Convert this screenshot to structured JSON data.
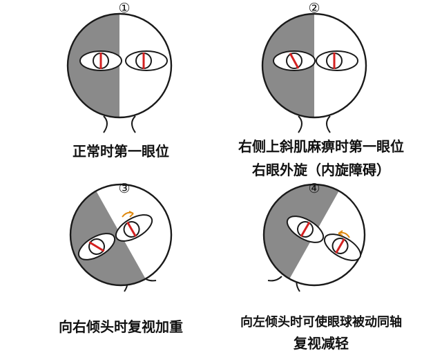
{
  "panels": [
    {
      "number": "①",
      "caption_lines": [
        "正常时第一眼位"
      ]
    },
    {
      "number": "②",
      "caption_lines": [
        "右侧上斜肌麻痹时第一眼位",
        "右眼外旋（内旋障碍）"
      ]
    },
    {
      "number": "③",
      "caption_lines": [
        "向右倾头时复视加重"
      ]
    },
    {
      "number": "④",
      "caption_lines": [
        "向左倾头时可使眼球被动同轴",
        "复视减轻"
      ]
    }
  ],
  "colors": {
    "shaded_half": "#8a8a8a",
    "outline": "#1a1a1a",
    "axis_line": "#d42020",
    "arrow": "#e08a10",
    "background": "#ffffff"
  },
  "icons": [
    "head-icon",
    "eye-icon",
    "rotation-arrow-icon"
  ]
}
